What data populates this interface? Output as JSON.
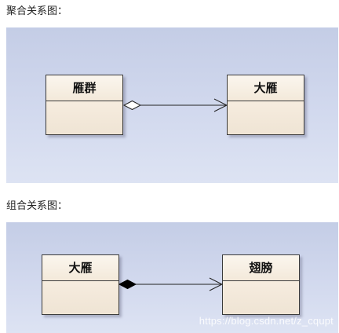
{
  "aggregation": {
    "title": "聚合关系图：",
    "whole_class": "雁群",
    "part_class": "大雁"
  },
  "composition": {
    "title": "组合关系图：",
    "whole_class": "大雁",
    "part_class": "翅膀"
  },
  "watermark": "https://blog.csdn.net/z_cqupt"
}
